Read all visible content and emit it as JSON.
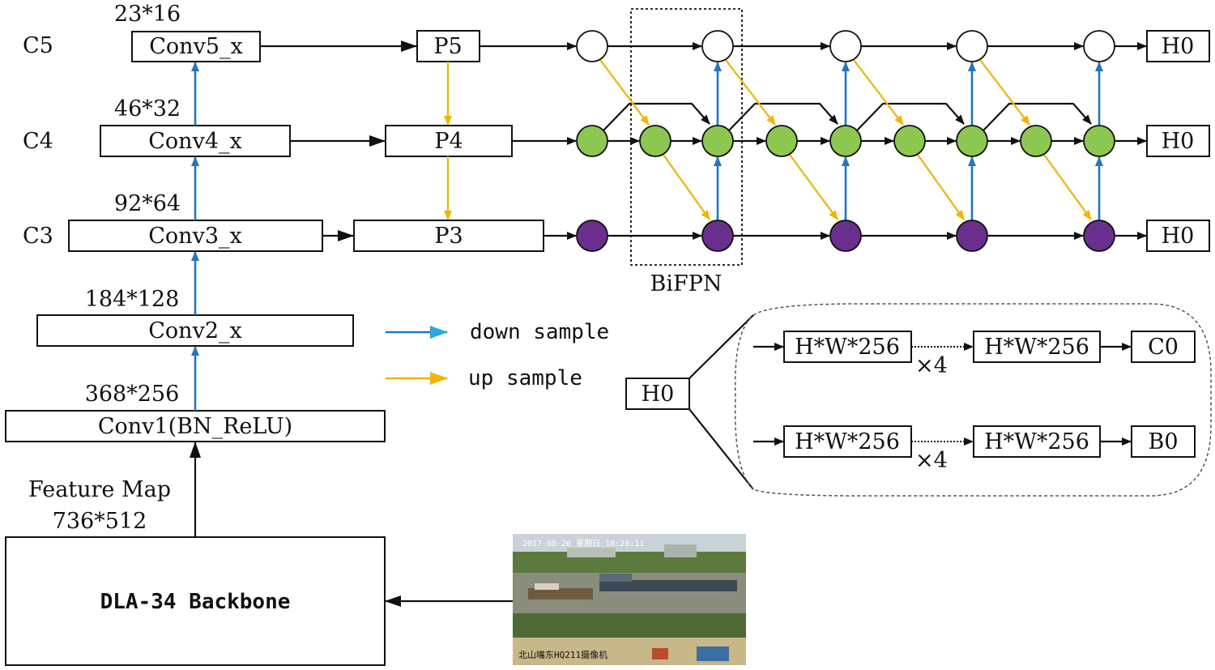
{
  "levels": {
    "c5": "C5",
    "c4": "C4",
    "c3": "C3"
  },
  "dims": {
    "c5": "23*16",
    "c4": "46*32",
    "c3": "92*64",
    "c2": "184*128",
    "c1": "368*256"
  },
  "blocks": {
    "conv5": "Conv5_x",
    "conv4": "Conv4_x",
    "conv3": "Conv3_x",
    "conv2": "Conv2_x",
    "conv1": "Conv1(BN_ReLU)",
    "backbone": "DLA-34 Backbone"
  },
  "pyramid": {
    "p5": "P5",
    "p4": "P4",
    "p3": "P3"
  },
  "outputs": {
    "h5": "H0",
    "h4": "H0",
    "h3": "H0"
  },
  "bifpn_label": "BiFPN",
  "feature_map": {
    "line1": "Feature Map",
    "line2": "736*512"
  },
  "legend": {
    "down": "down sample",
    "up": "up sample"
  },
  "head": {
    "input": "H0",
    "row1": {
      "a": "H*W*256",
      "mult": "×4",
      "b": "H*W*256",
      "out": "C0"
    },
    "row2": {
      "a": "H*W*256",
      "mult": "×4",
      "b": "H*W*256",
      "out": "B0"
    }
  },
  "photo": {
    "caption_top": "2017-08-20 星期日 10:20:11",
    "caption_bottom": "北山嘴东HQ211摄像机"
  },
  "colors": {
    "down_arrow": "#1f77c4",
    "up_arrow": "#f5b400",
    "p4_node": "#8cc750",
    "p3_node": "#6a2e8f",
    "p5_node": "#ffffff"
  }
}
